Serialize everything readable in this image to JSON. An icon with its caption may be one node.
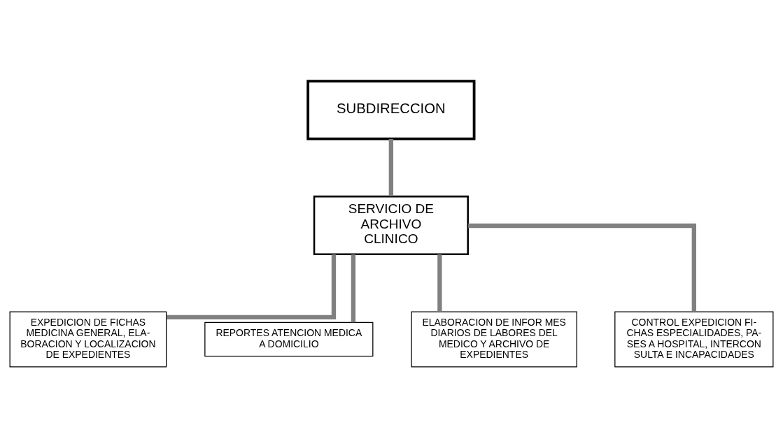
{
  "diagram": {
    "nodes": [
      {
        "text": [
          "SUBDIRECCION"
        ]
      },
      {
        "text": [
          "SERVICIO DE ARCHIVO CLINICO"
        ]
      },
      {
        "text": [
          "EXPEDICION DE FICHAS MEDICINA GENERAL, ELA- BORACION Y LOCALIZACION DE EXPEDIENTES"
        ]
      },
      {
        "text": [
          "REPORTES ATENCION MEDICA A DOMICILIO"
        ]
      },
      {
        "text": [
          "ELABORACION DE INFOR MES DIARIOS DE LABORES DEL MEDICO Y ARCHIVO DE EXPEDIENTES"
        ]
      },
      {
        "text": [
          "CONTROL EXPEDICION FI- CHAS ESPECIALIDADES, PA- SES A HOSPITAL, INTERCON SULTA E INCAPACIDADES"
        ]
      }
    ],
    "edges": [
      {
        "from": 0,
        "to": 1,
        "arrow": "none"
      },
      {
        "from": 1,
        "to": 2,
        "arrow": "none"
      },
      {
        "from": 1,
        "to": 3,
        "arrow": "none"
      },
      {
        "from": 1,
        "to": 4,
        "arrow": "none"
      },
      {
        "from": 1,
        "to": 5,
        "arrow": "none"
      }
    ]
  }
}
